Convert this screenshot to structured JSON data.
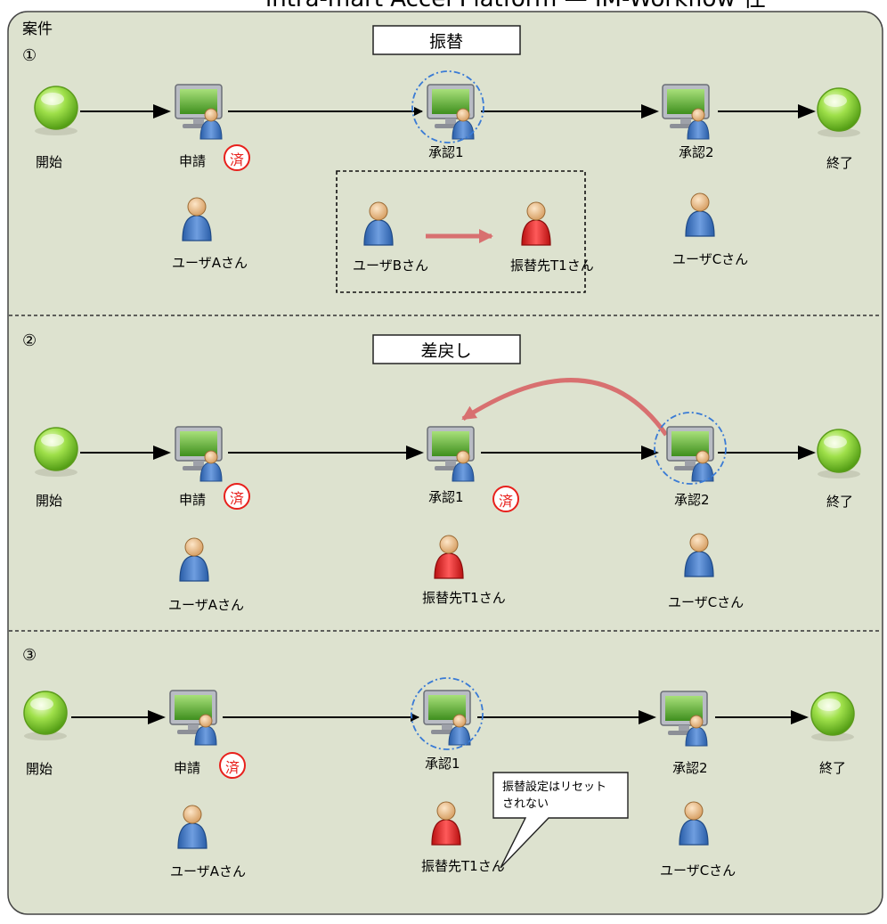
{
  "header_title": "intra-mart Accel Platform — IM-Workflow 仕",
  "frame_label": "案件",
  "sections": [
    {
      "number": "①",
      "action_label": "振替",
      "nodes": {
        "start": "開始",
        "apply": "申請",
        "approve1": "承認1",
        "approve2": "承認2",
        "end": "終了"
      },
      "done_marks": [
        "済"
      ],
      "users": [
        "ユーザAさん",
        "ユーザBさん",
        "振替先T1さん",
        "ユーザCさん"
      ]
    },
    {
      "number": "②",
      "action_label": "差戻し",
      "nodes": {
        "start": "開始",
        "apply": "申請",
        "approve1": "承認1",
        "approve2": "承認2",
        "end": "終了"
      },
      "done_marks": [
        "済",
        "済"
      ],
      "users": [
        "ユーザAさん",
        "振替先T1さん",
        "ユーザCさん"
      ]
    },
    {
      "number": "③",
      "nodes": {
        "start": "開始",
        "apply": "申請",
        "approve1": "承認1",
        "approve2": "承認2",
        "end": "終了"
      },
      "done_marks": [
        "済"
      ],
      "users": [
        "ユーザAさん",
        "振替先T1さん",
        "ユーザCさん"
      ],
      "callout": [
        "振替設定はリセット",
        "されない"
      ]
    }
  ],
  "colors": {
    "panel_bg": "#dde2cf",
    "start_end_node": "#7ed321",
    "done_mark": "#e8201c",
    "user_blue": "#3a73c4",
    "user_red": "#e02020",
    "transfer_arrow": "#d87070",
    "focus_ring": "#3a7bd5"
  }
}
